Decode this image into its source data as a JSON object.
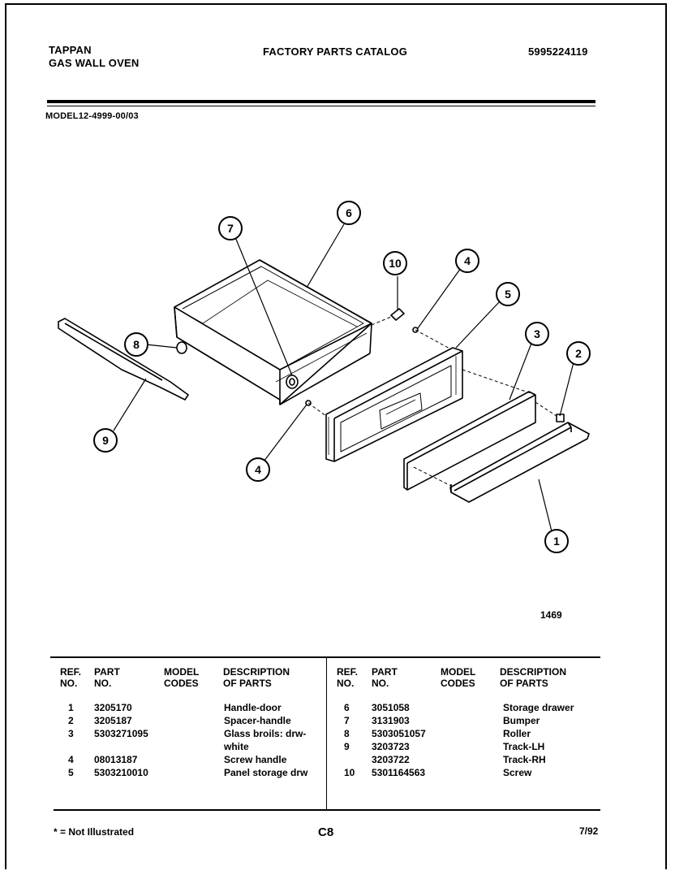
{
  "header": {
    "brand": "TAPPAN",
    "product": "GAS WALL OVEN",
    "catalog_title": "FACTORY PARTS CATALOG",
    "catalog_number": "5995224119",
    "model": "MODEL12-4999-00/03"
  },
  "diagram": {
    "callouts": [
      "1",
      "2",
      "3",
      "4",
      "4",
      "5",
      "6",
      "7",
      "8",
      "9",
      "10"
    ],
    "figure_number": "1469"
  },
  "table": {
    "headers": {
      "ref_1": "REF.",
      "ref_2": "NO.",
      "part_1": "PART",
      "part_2": "NO.",
      "model_1": "MODEL",
      "model_2": "CODES",
      "desc_1": "DESCRIPTION",
      "desc_2": "OF PARTS"
    },
    "left_rows": [
      {
        "ref": "1",
        "part": "3205170",
        "desc": "Handle-door"
      },
      {
        "ref": "2",
        "part": "3205187",
        "desc": "Spacer-handle"
      },
      {
        "ref": "3",
        "part": "5303271095",
        "desc": "Glass broils: drw-"
      },
      {
        "ref": "",
        "part": "",
        "desc": "white"
      },
      {
        "ref": "4",
        "part": "08013187",
        "desc": "Screw handle"
      },
      {
        "ref": "5",
        "part": "5303210010",
        "desc": "Panel storage drw"
      }
    ],
    "right_rows": [
      {
        "ref": "6",
        "part": "3051058",
        "desc": "Storage drawer"
      },
      {
        "ref": "7",
        "part": "3131903",
        "desc": "Bumper"
      },
      {
        "ref": "8",
        "part": "5303051057",
        "desc": "Roller"
      },
      {
        "ref": "9",
        "part": "3203723",
        "desc": "Track-LH"
      },
      {
        "ref": "",
        "part": "3203722",
        "desc": "Track-RH"
      },
      {
        "ref": "10",
        "part": "5301164563",
        "desc": "Screw"
      }
    ]
  },
  "footer": {
    "note": "* = Not Illustrated",
    "page_code": "C8",
    "date": "7/92"
  }
}
